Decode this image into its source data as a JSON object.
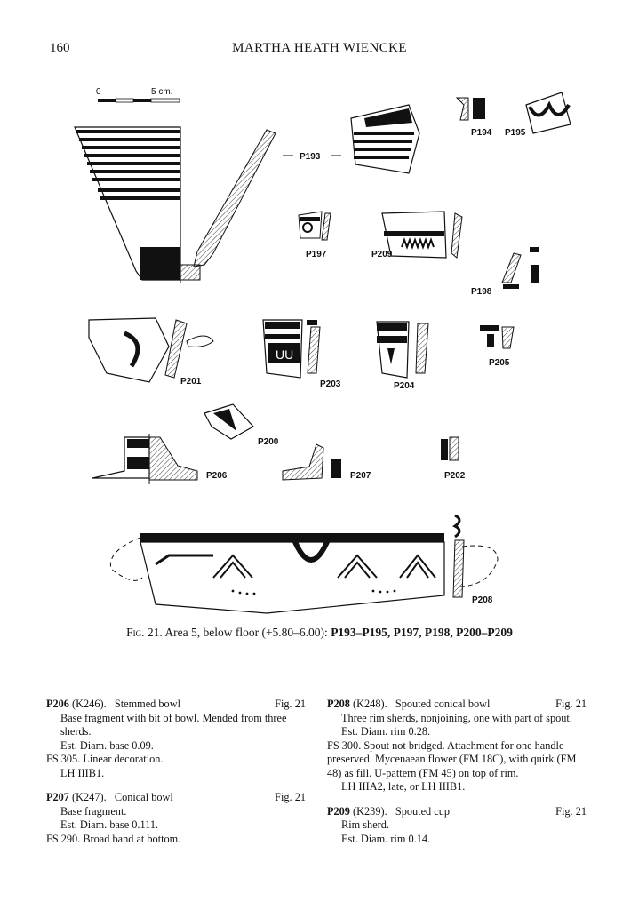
{
  "header": {
    "page_number": "160",
    "running_head": "MARTHA HEATH WIENCKE"
  },
  "figure": {
    "scale": {
      "start": "0",
      "end": "5 cm."
    },
    "labels": [
      "P193",
      "P194",
      "P195",
      "P197",
      "P209",
      "P198",
      "P201",
      "P203",
      "P204",
      "P205",
      "P200",
      "P206",
      "P207",
      "P202",
      "P208"
    ]
  },
  "caption": {
    "fig": "Fig. 21.",
    "text": "Area 5, below floor (+5.80–6.00):",
    "bold": "P193–P195, P197, P198, P200–P209"
  },
  "entries": {
    "left": [
      {
        "id": "P206",
        "cat": "(K246).",
        "title": "Stemmed bowl",
        "fig": "Fig. 21",
        "indented": [
          "Base fragment with bit of bowl.  Mended from three sherds.",
          "Est. Diam. base 0.09."
        ],
        "notes": [
          "FS 305.  Linear decoration."
        ],
        "date": "LH IIIB1."
      },
      {
        "id": "P207",
        "cat": "(K247).",
        "title": "Conical bowl",
        "fig": "Fig. 21",
        "indented": [
          "Base fragment.",
          "Est. Diam. base 0.111."
        ],
        "notes": [
          "FS 290.  Broad band at bottom."
        ],
        "date": ""
      }
    ],
    "right": [
      {
        "id": "P208",
        "cat": "(K248).",
        "title": "Spouted conical bowl",
        "fig": "Fig. 21",
        "indented": [
          "Three rim sherds, nonjoining, one with part of spout.",
          "Est. Diam. rim 0.28."
        ],
        "notes": [
          "FS 300.  Spout not bridged.  Attachment for one handle preserved.  Mycenaean flower (FM 18C), with quirk (FM 48) as fill.  U-pattern (FM 45) on top of rim."
        ],
        "date": "LH IIIA2, late, or LH IIIB1."
      },
      {
        "id": "P209",
        "cat": "(K239).",
        "title": "Spouted cup",
        "fig": "Fig. 21",
        "indented": [
          "Rim sherd.",
          "Est. Diam. rim 0.14."
        ],
        "notes": [],
        "date": ""
      }
    ]
  }
}
